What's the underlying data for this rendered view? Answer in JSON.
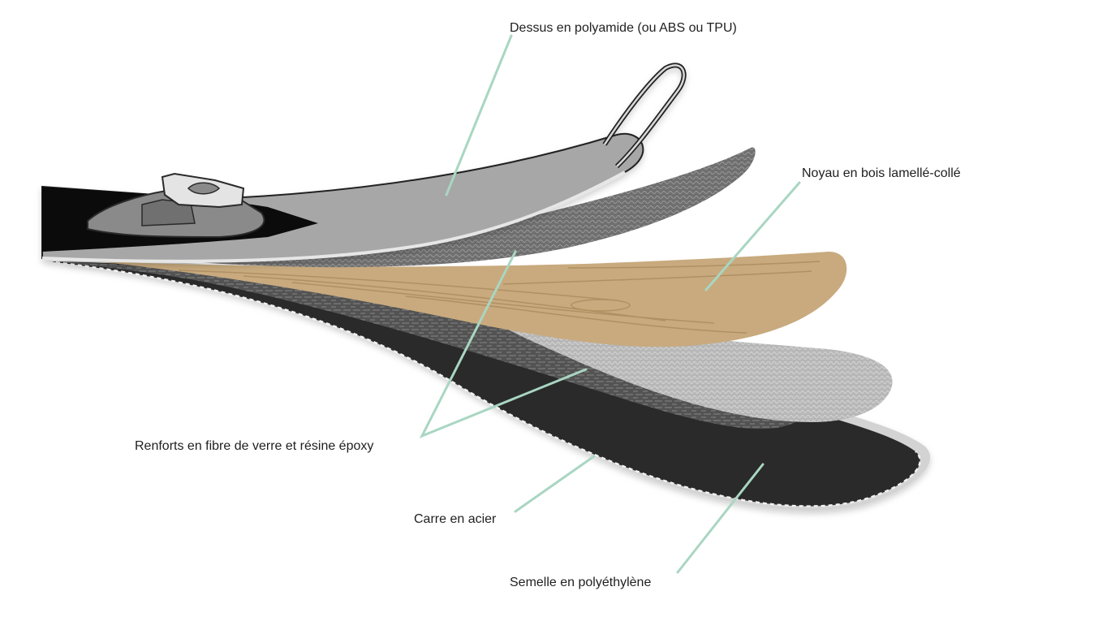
{
  "labels": {
    "top": "Dessus en polyamide (ou ABS ou TPU)",
    "core": "Noyau en bois lamellé-collé",
    "reinforcement": "Renforts en fibre de verre et résine époxy",
    "edge": "Carre en acier",
    "base": "Semelle en polyéthylène"
  },
  "colors": {
    "leader": "#a9d6c2",
    "topsheet": "#a8a8a8",
    "binding": "#0b0b0b",
    "wood": "#c9ab7e",
    "fiberglass": "#7d7d7d",
    "mesh": "#b8b8b8",
    "base": "#2d2d2d",
    "edge": "#cfcfcf"
  },
  "icons": {
    "binding": "ski-binding-icon"
  }
}
